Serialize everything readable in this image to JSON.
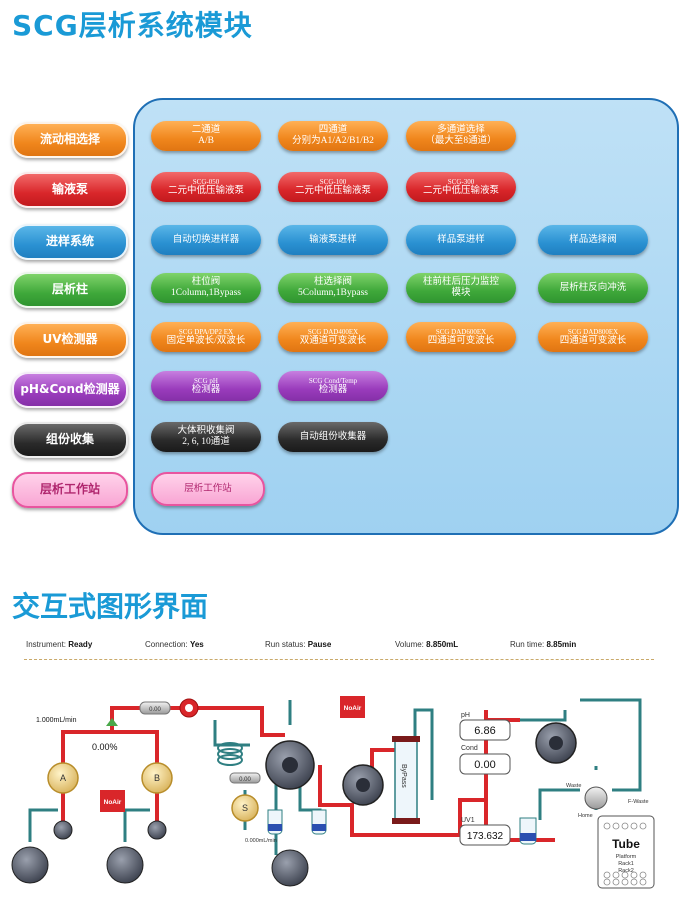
{
  "titles": {
    "module": "SCG层析系统模块",
    "gui": "交互式图形界面"
  },
  "categories": [
    {
      "label": "流动相选择"
    },
    {
      "label": "输液泵"
    },
    {
      "label": "进样系统"
    },
    {
      "label": "层析柱"
    },
    {
      "label": "UV检测器"
    },
    {
      "label": "pH&Cond检测器"
    },
    {
      "label": "组份收集"
    },
    {
      "label": "层析工作站"
    }
  ],
  "modules": {
    "mobile": [
      {
        "l1": "二通道",
        "l2": "A/B"
      },
      {
        "l1": "四通道",
        "l2": "分别为A1/A2/B1/B2"
      },
      {
        "l1": "多通道选择",
        "l2": "（最大至8通道）"
      }
    ],
    "pump": [
      {
        "l1": "SCG-050",
        "l2": "二元中低压输液泵"
      },
      {
        "l1": "SCG-100",
        "l2": "二元中低压输液泵"
      },
      {
        "l1": "SCG-300",
        "l2": "二元中低压输液泵"
      }
    ],
    "inject": [
      {
        "l1": "自动切换进样器"
      },
      {
        "l1": "输液泵进样"
      },
      {
        "l1": "样品泵进样"
      },
      {
        "l1": "样品选择阀"
      }
    ],
    "column": [
      {
        "l1": "柱位阀",
        "l2": "1Column,1Bypass"
      },
      {
        "l1": "柱选择阀",
        "l2": "5Column,1Bypass"
      },
      {
        "l1": "柱前柱后压力监控",
        "l2": "模块"
      },
      {
        "l1": "层析柱反向冲洗"
      }
    ],
    "uv": [
      {
        "l1": "SCG DPA/DP2 EX",
        "l2": "固定单波长/双波长"
      },
      {
        "l1": "SCG DAD400EX",
        "l2": "双通道可变波长"
      },
      {
        "l1": "SCG DAD600EX",
        "l2": "四通道可变波长"
      },
      {
        "l1": "SCG DAD800EX",
        "l2": "四通道可变波长"
      }
    ],
    "ph": [
      {
        "l1": "SCG pH",
        "l2": "检测器"
      },
      {
        "l1": "SCG Cond/Temp",
        "l2": "检测器"
      }
    ],
    "collect": [
      {
        "l1": "大体积收集阀",
        "l2": "2, 6, 10通道"
      },
      {
        "l1": "自动组份收集器"
      }
    ],
    "station": [
      {
        "l1": "层析工作站"
      }
    ]
  },
  "status": {
    "instrument_label": "Instrument:",
    "instrument_value": "Ready",
    "connection_label": "Connection:",
    "connection_value": "Yes",
    "run_status_label": "Run status:",
    "run_status_value": "Pause",
    "volume_label": "Volume:",
    "volume_value": "8.850mL",
    "run_time_label": "Run time:",
    "run_time_value": "8.85min"
  },
  "diagram": {
    "flow_rate": "1.000mL/min",
    "percent": "0.00%",
    "pressure": "0.00",
    "pump_a": "A",
    "pump_b": "B",
    "noair_1": "NoAir",
    "noair_2": "NoAir",
    "sample_pump": "S",
    "sample_flow": "0.000mL/min",
    "sample_pressure": "0.00",
    "bypass": "ByPass",
    "ph_label": "pH",
    "ph_value": "6.86",
    "cond_label": "Cond",
    "cond_value": "0.00",
    "uv_label": "UV1",
    "uv_value": "173.632",
    "waste": "Waste",
    "home": "Home",
    "fwaste": "F-Waste",
    "tube_title": "Tube",
    "tube_lines": [
      "Platform",
      "Rack1",
      "Rack2"
    ],
    "colors": {
      "red_line": "#d9262a",
      "teal_line": "#2f7f82"
    }
  }
}
